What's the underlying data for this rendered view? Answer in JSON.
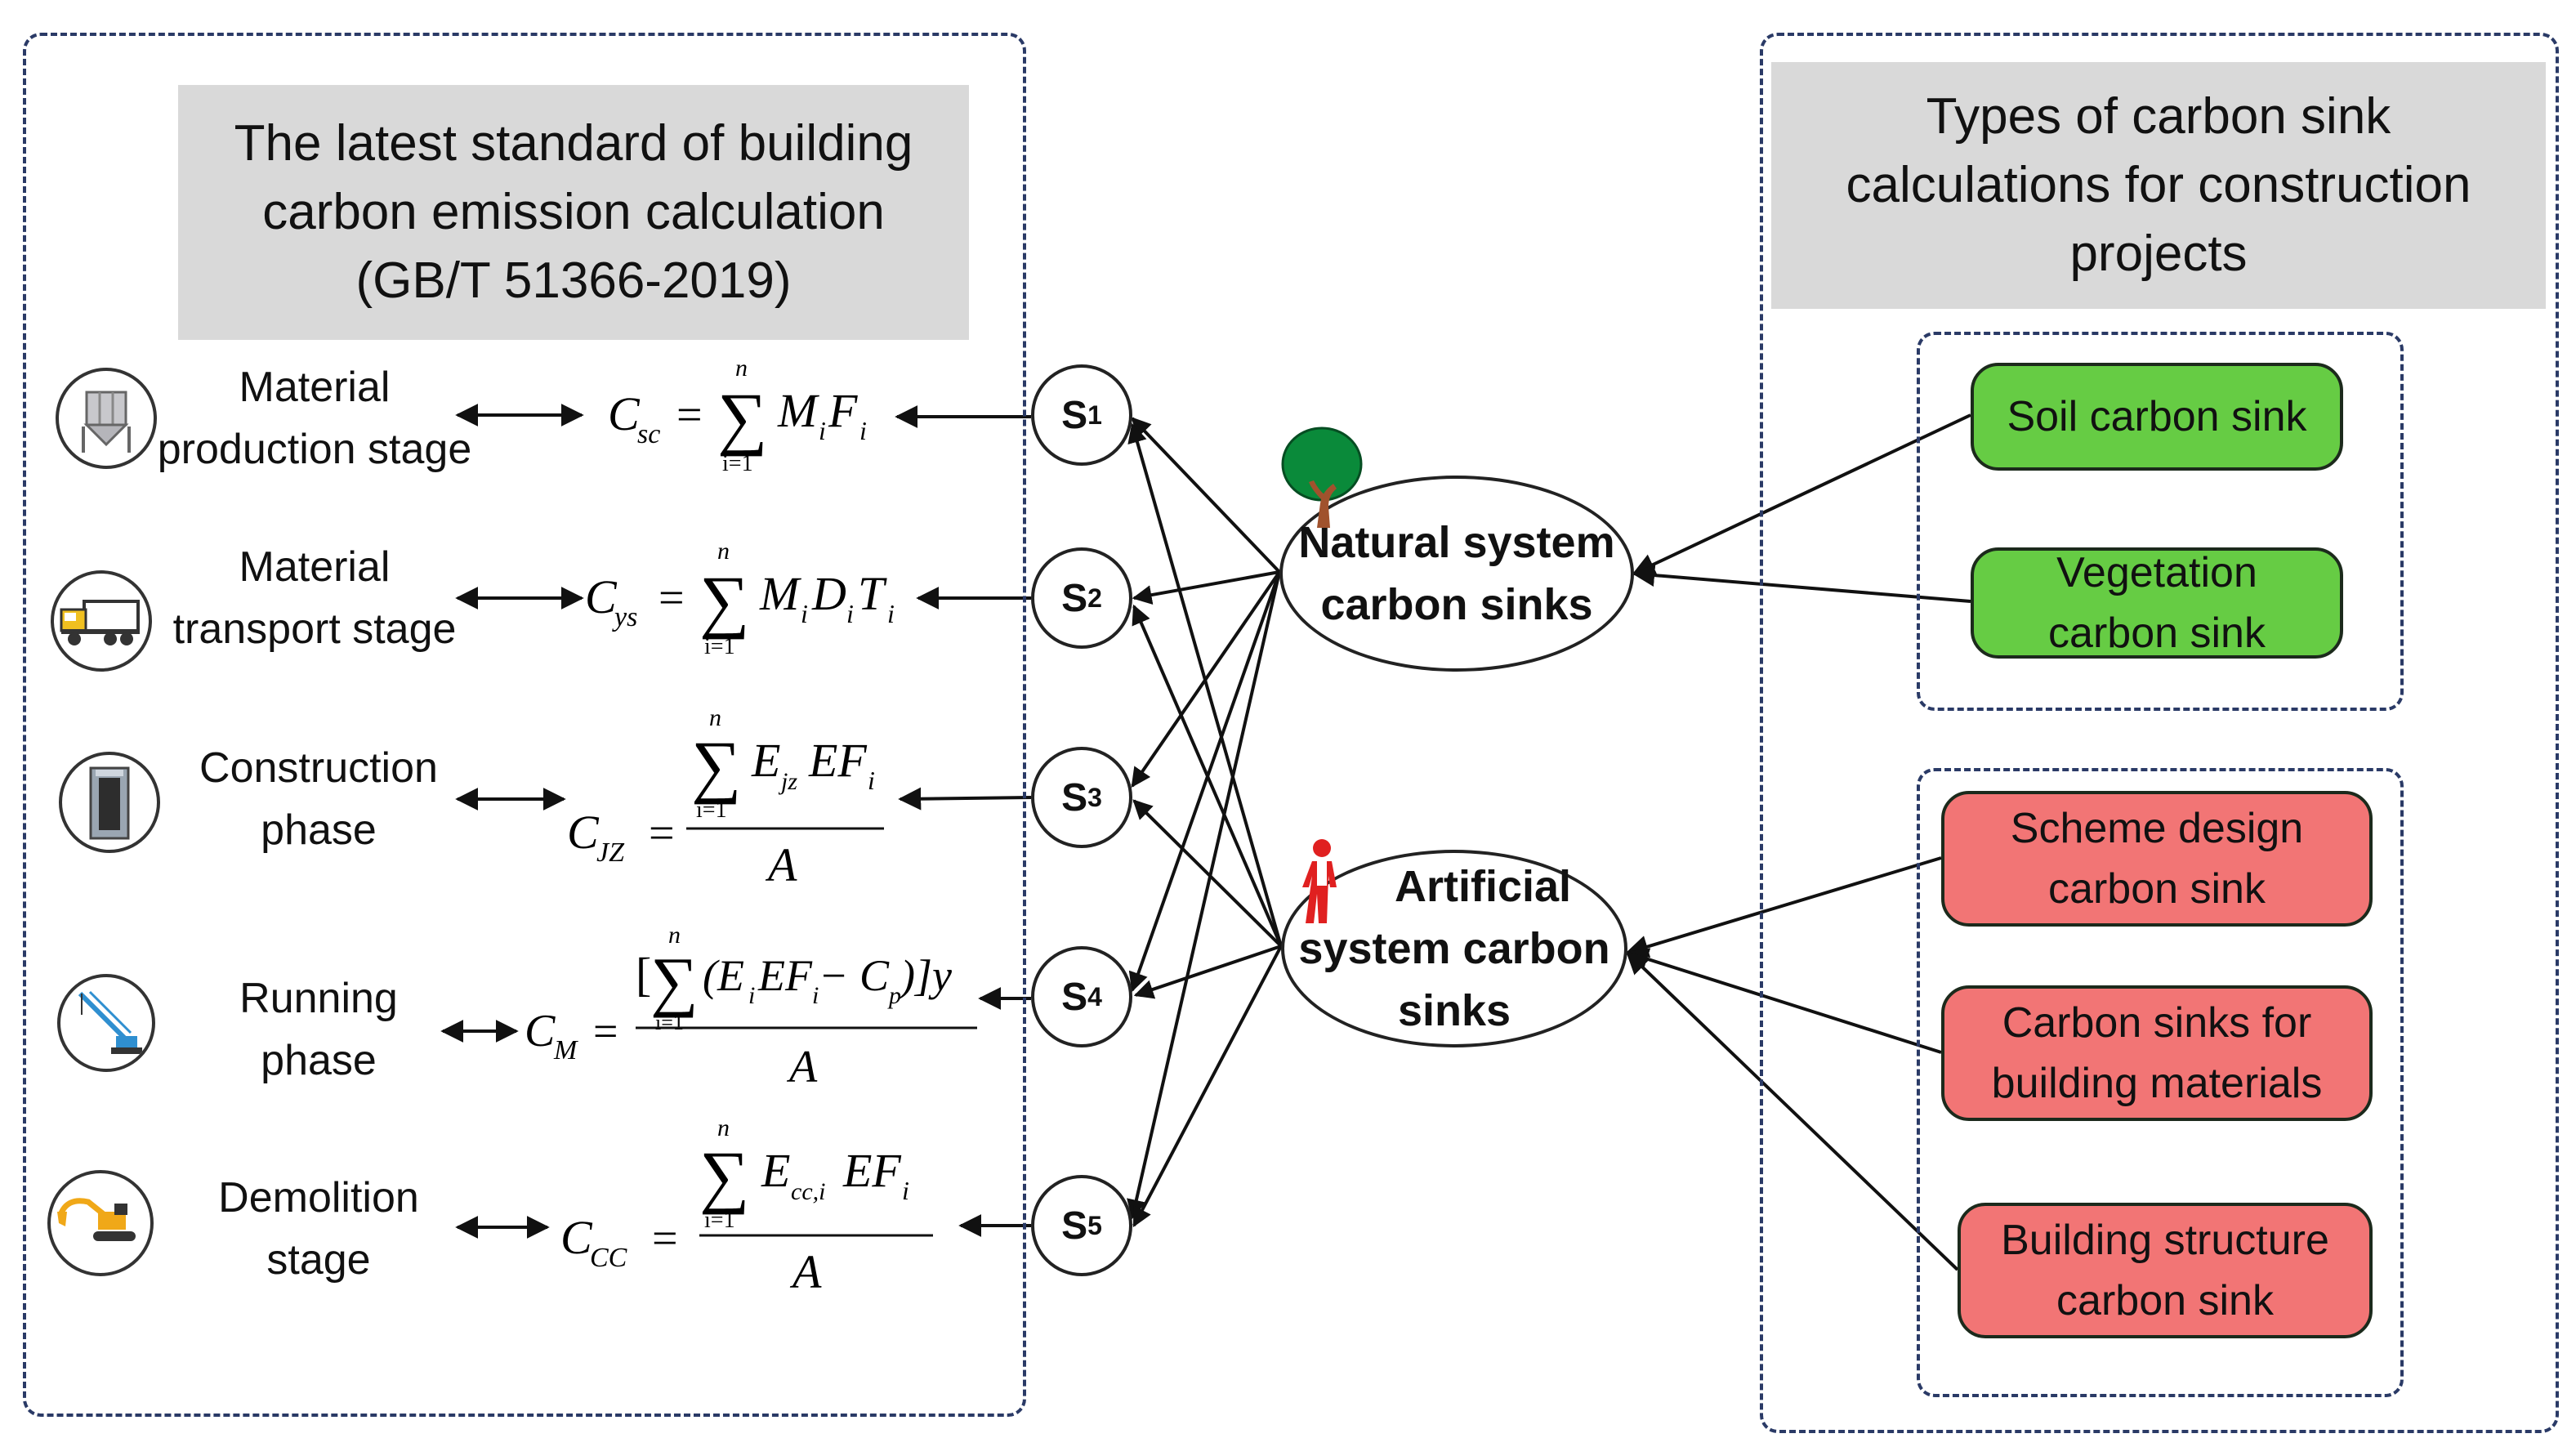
{
  "left_header": {
    "line1": "The latest standard of building",
    "line2": "carbon emission calculation",
    "line3": "(GB/T 51366-2019)"
  },
  "right_header": {
    "line1": "Types of carbon sink",
    "line2": "calculations for construction",
    "line3": "projects"
  },
  "stages": [
    {
      "line1": "Material",
      "line2": "production stage",
      "icon": "silo-icon"
    },
    {
      "line1": "Material",
      "line2": "transport stage",
      "icon": "truck-icon"
    },
    {
      "line1": "Construction",
      "line2": "phase",
      "icon": "building-icon"
    },
    {
      "line1": "Running",
      "line2": "phase",
      "icon": "crane-icon"
    },
    {
      "line1": "Demolition",
      "line2": "stage",
      "icon": "excavator-icon"
    }
  ],
  "formulas": {
    "f1": {
      "lhs": "C",
      "lhs_sub": "sc",
      "upper": "n",
      "lower": "i=1",
      "body": "M",
      "body_sub": "i",
      "body2": "F",
      "body2_sub": "i"
    },
    "f2": {
      "lhs": "C",
      "lhs_sub": "ys",
      "upper": "n",
      "lower": "i=1",
      "body": "M",
      "body_sub": "i",
      "body2": "D",
      "body2_sub": "i",
      "body3": "T",
      "body3_sub": "i"
    },
    "f3": {
      "lhs": "C",
      "lhs_sub": "JZ",
      "upper": "n",
      "lower": "i=1",
      "num_a": "E",
      "num_a_sub": "jz",
      "num_b": "EF",
      "num_b_sub": "i",
      "den": "A"
    },
    "f4": {
      "lhs": "C",
      "lhs_sub": "M",
      "upper": "n",
      "lower": "i=1",
      "num_open": "[",
      "num_paren": "(E",
      "num_a_sub": "i",
      "num_b": "EF",
      "num_b_sub": "i",
      "num_minus": " − C",
      "num_c_sub": "p",
      "num_close": ")]y",
      "den": "A"
    },
    "f5": {
      "lhs": "C",
      "lhs_sub": "CC",
      "upper": "n",
      "lower": "i=1",
      "num_a": "E",
      "num_a_sub": "cc,i",
      "num_b": "EF",
      "num_b_sub": "i",
      "den": "A"
    }
  },
  "s_nodes": [
    {
      "label": "S",
      "sub": "1"
    },
    {
      "label": "S",
      "sub": "2"
    },
    {
      "label": "S",
      "sub": "3"
    },
    {
      "label": "S",
      "sub": "4"
    },
    {
      "label": "S",
      "sub": "5"
    }
  ],
  "hubs": {
    "natural": {
      "line1": "Natural system",
      "line2": "carbon sinks",
      "icon": "tree-icon"
    },
    "artificial": {
      "line1": "Artificial",
      "line2": "system carbon",
      "line3": "sinks",
      "icon": "person-icon"
    }
  },
  "natural_sinks": [
    {
      "line1": "Soil carbon sink"
    },
    {
      "line1": "Vegetation",
      "line2": "carbon sink"
    }
  ],
  "artificial_sinks": [
    {
      "line1": "Scheme design",
      "line2": "carbon sink"
    },
    {
      "line1": "Carbon sinks for",
      "line2": "building materials"
    },
    {
      "line1": "Building structure",
      "line2": "carbon sink"
    }
  ],
  "colors": {
    "natural_sink": "#66cc44",
    "artificial_sink": "#f27575",
    "header_bg": "#d9d9d9",
    "frame": "#2a3a66"
  }
}
